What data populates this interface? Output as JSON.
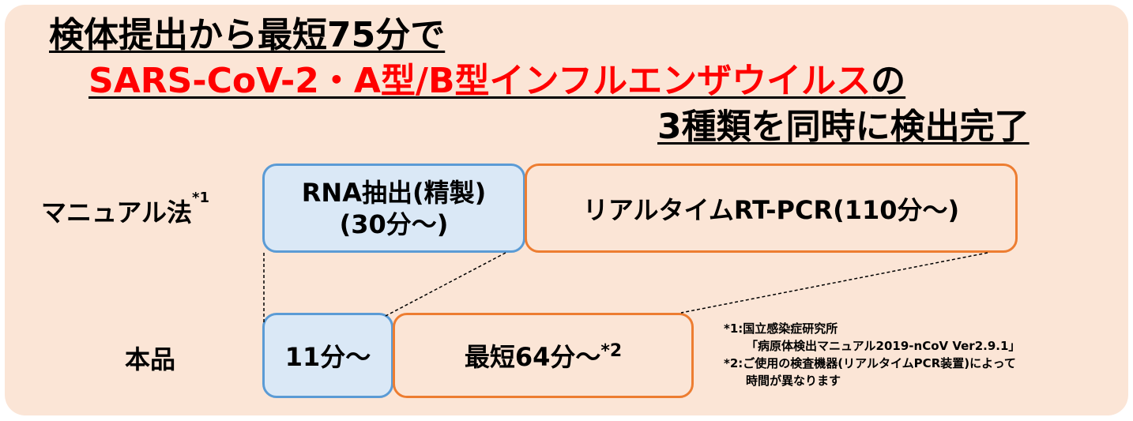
{
  "title": {
    "line1": "検体提出から最短75分で",
    "line2_red": "SARS-CoV-2・A型/B型インフルエンザウイルス",
    "line2_tail": "の",
    "line3": "3種類を同時に検出完了"
  },
  "manual": {
    "label": "マニュアル法",
    "label_note": "*1",
    "step1_line1": "RNA抽出(精製)",
    "step1_line2": "(30分～)",
    "step2": "リアルタイムRT-PCR(110分～)"
  },
  "product": {
    "label": "本品",
    "step1": "11分～",
    "step2": "最短64分～",
    "step2_note": "*2"
  },
  "notes": [
    "*1:国立感染症研究所",
    "「病原体検出マニュアル2019-nCoV Ver2.9.1」",
    "*2:ご使用の検査機器(リアルタイムPCR装置)によって",
    "時間が異なります"
  ],
  "colors": {
    "background": "#fbe5d6",
    "title_red": "#ff0000",
    "extraction_fill": "#dae8f6",
    "extraction_border": "#5b9bd5",
    "pcr_border": "#ed7d31"
  }
}
